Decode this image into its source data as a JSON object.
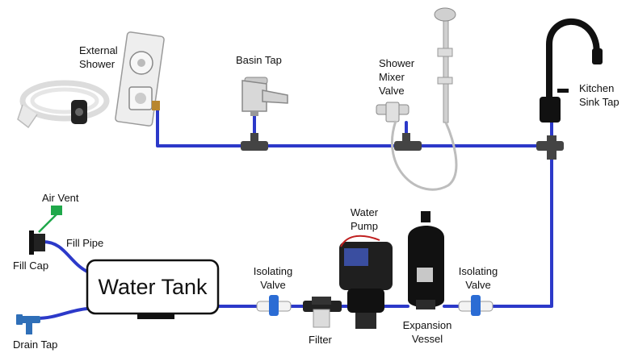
{
  "title": "",
  "colors": {
    "pipe": "#2c39c9",
    "vent": "#1fa84a",
    "drain_tap": "#2f6fb8",
    "fitting": "#444444",
    "valve_handle": "#2b6cd4",
    "outline": "#111111"
  },
  "labels": {
    "external_shower": "External\nShower",
    "basin_tap": "Basin Tap",
    "shower_mixer_valve": "Shower\nMixer\nValve",
    "kitchen_sink_tap": "Kitchen\nSink Tap",
    "air_vent": "Air Vent",
    "fill_pipe": "Fill Pipe",
    "fill_cap": "Fill Cap",
    "water_tank": "Water Tank",
    "drain_tap": "Drain Tap",
    "isolating_valve_left": "Isolating\nValve",
    "filter": "Filter",
    "water_pump": "Water\nPump",
    "expansion_vessel": "Expansion\nVessel",
    "isolating_valve_right": "Isolating\nValve"
  }
}
